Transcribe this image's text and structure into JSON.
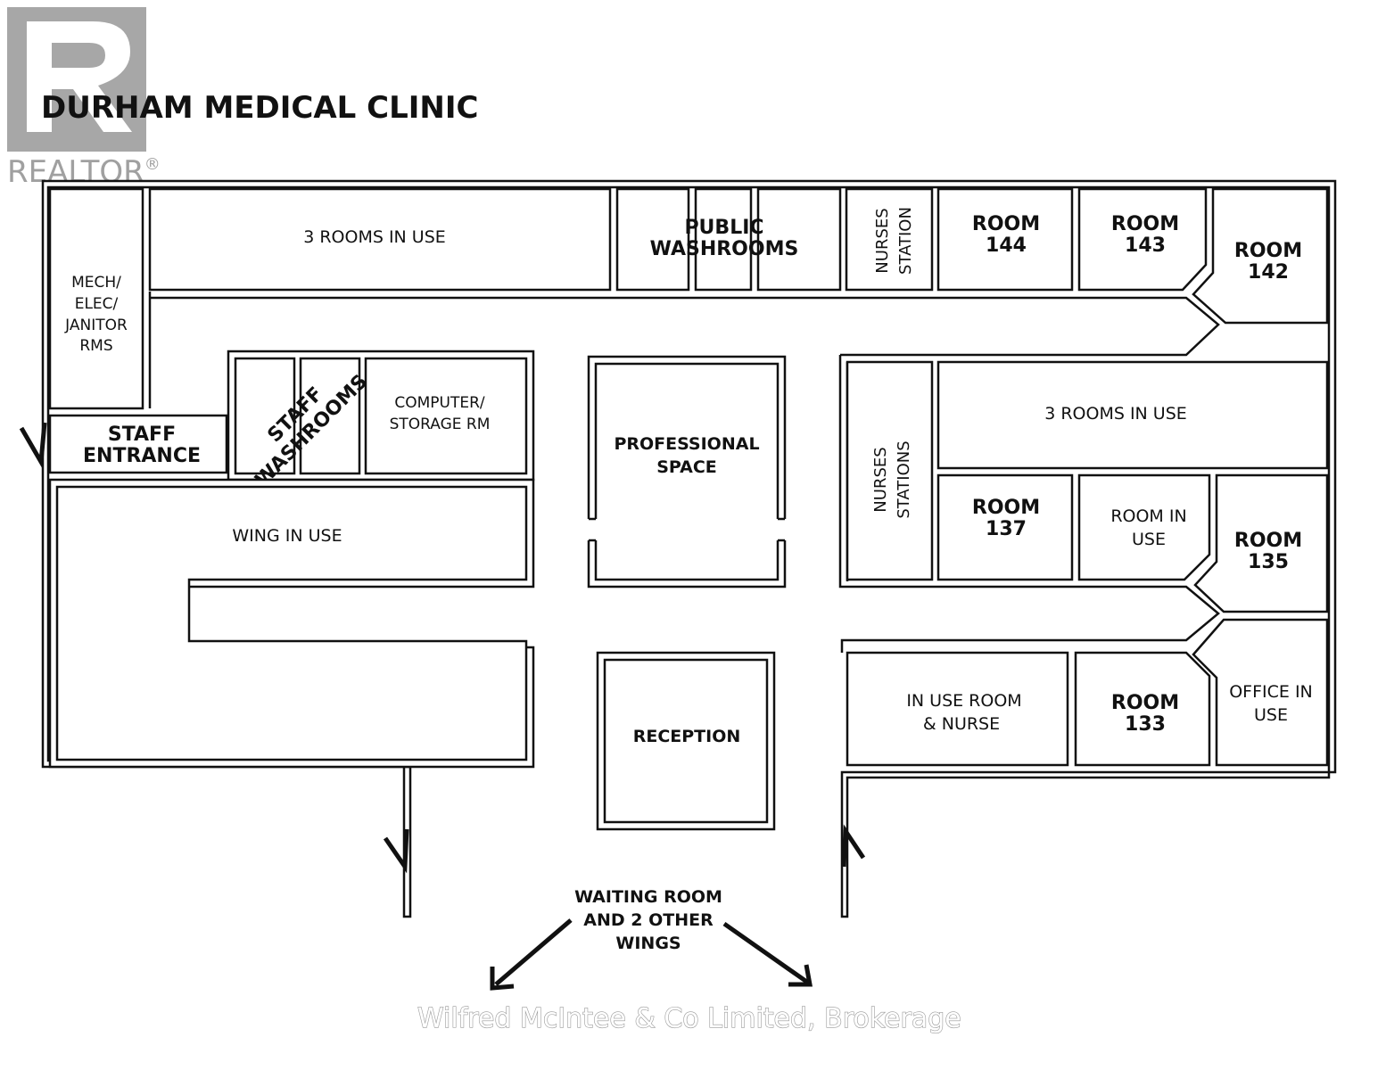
{
  "title": "DURHAM MEDICAL CLINIC",
  "logo": {
    "word": "REALTOR",
    "mark": "®",
    "icon": "realtor-r-logo"
  },
  "watermark": "Wilfred McIntee & Co Limited, Brokerage",
  "rooms": {
    "three_rooms_top": "3 ROOMS IN USE",
    "public_washrooms": [
      "PUBLIC",
      "WASHROOMS"
    ],
    "nurses_station": [
      "NURSES",
      "STATION"
    ],
    "room_144": [
      "ROOM",
      "144"
    ],
    "room_143": [
      "ROOM",
      "143"
    ],
    "room_142": [
      "ROOM",
      "142"
    ],
    "mech": [
      "MECH/",
      "ELEC/",
      "JANITOR",
      "RMS"
    ],
    "staff_entrance": [
      "STAFF",
      "ENTRANCE"
    ],
    "staff_washrooms": [
      "STAFF",
      "WASHROOMS"
    ],
    "computer_storage": [
      "COMPUTER/",
      "STORAGE RM"
    ],
    "professional_space": [
      "PROFESSIONAL",
      "SPACE"
    ],
    "nurses_stations": [
      "NURSES",
      "STATIONS"
    ],
    "three_rooms_right": "3 ROOMS IN USE",
    "room_137": [
      "ROOM",
      "137"
    ],
    "room_in_use": [
      "ROOM IN",
      "USE"
    ],
    "room_135": [
      "ROOM",
      "135"
    ],
    "wing_in_use": "WING IN USE",
    "reception": "RECEPTION",
    "in_use_room_nurse": [
      "IN USE ROOM",
      "& NURSE"
    ],
    "room_133": [
      "ROOM",
      "133"
    ],
    "office_in_use": [
      "OFFICE IN",
      "USE"
    ]
  },
  "waiting_room": [
    "WAITING ROOM",
    "AND 2 OTHER",
    "WINGS"
  ]
}
